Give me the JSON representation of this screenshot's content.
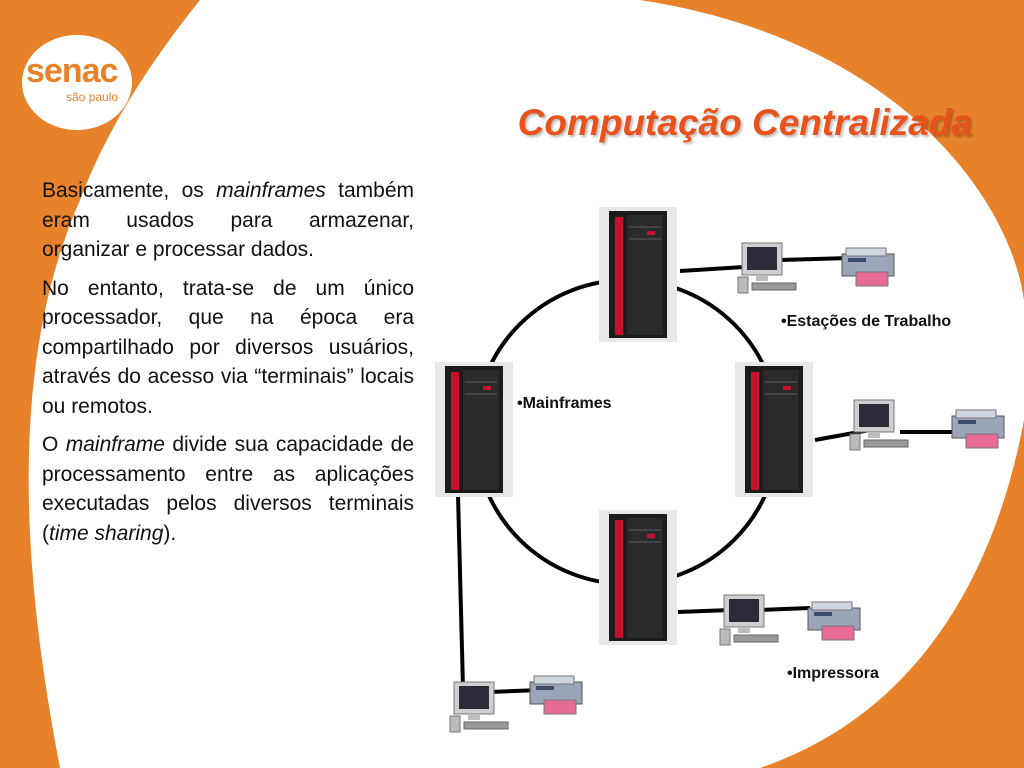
{
  "logo": {
    "main": "senac",
    "sub": "são paulo"
  },
  "title": "Computação Centralizada",
  "paragraphs": [
    {
      "pre": "Basicamente, os ",
      "em": "mainframes",
      "post": " também eram usados para armazenar, organizar e processar dados.",
      "em2": "",
      "post2": ""
    },
    {
      "pre": "No entanto, trata-se de um único processador, que na época era compartilhado por diversos usuários, através do acesso via “terminais” locais ou remotos.",
      "em": "",
      "post": "",
      "em2": "",
      "post2": ""
    },
    {
      "pre": "O ",
      "em": "mainframe",
      "post": " divide sua capacidade de processamento entre as aplicações executadas pelos diversos terminais (",
      "em2": "time sharing",
      "post2": ")."
    }
  ],
  "labels": {
    "workstations": "•Estações de Trabalho",
    "mainframes": "•Mainframes",
    "printer": "•Impressora"
  },
  "colors": {
    "orange": "#e8822a",
    "title": "#e8531b",
    "server_red": "#c8102e"
  }
}
